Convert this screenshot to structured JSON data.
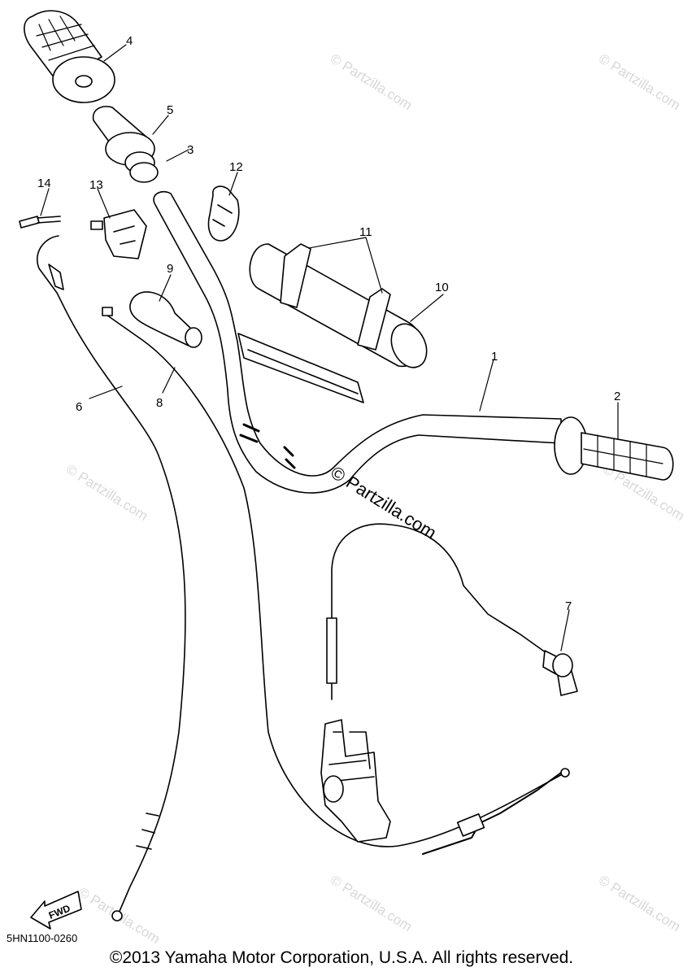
{
  "diagram": {
    "part_numbers": [
      "1",
      "2",
      "3",
      "4",
      "5",
      "6",
      "7",
      "8",
      "9",
      "10",
      "11",
      "12",
      "13",
      "14"
    ],
    "fwd_label": "FWD",
    "watermark_center": "© Partzilla.com",
    "watermark_faint": "© Partzilla.com",
    "diagram_code": "5HN1100-0260",
    "copyright": "©2013  Yamaha Motor Corporation, U.S.A. All rights reserved."
  }
}
